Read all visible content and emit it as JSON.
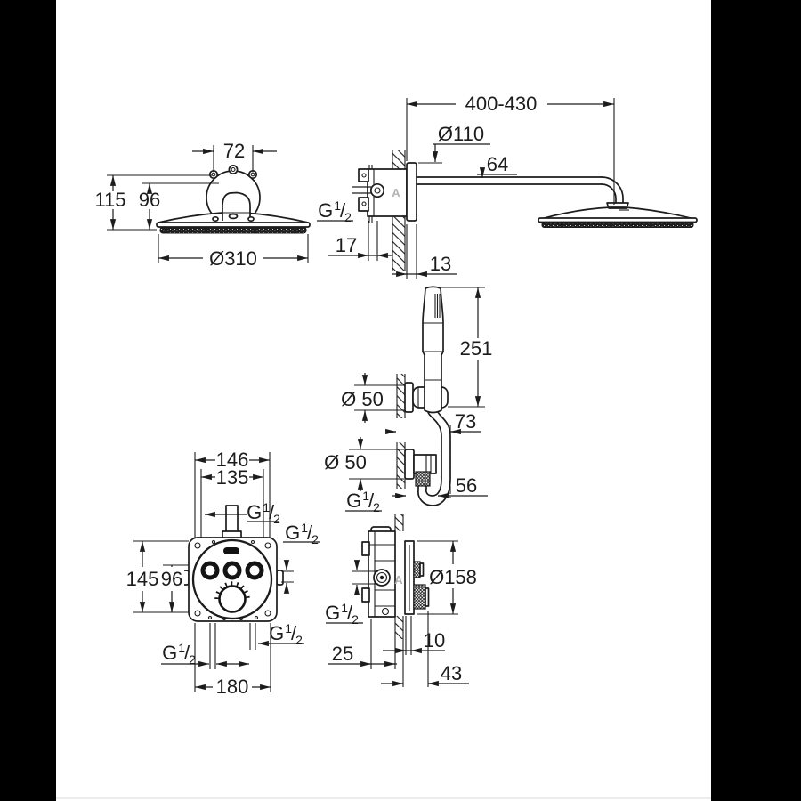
{
  "page": {
    "background": "#ffffff",
    "sidebar_color": "#000000",
    "footer_rule_color": "#ececec",
    "ink_color": "#1c1c1c",
    "gray_mark_color": "#b3b3b3"
  },
  "g_thread": {
    "base": "G",
    "sup": "1",
    "slash": "/",
    "sub": "2"
  },
  "valve_mark": "A",
  "views": {
    "head_front": {
      "top_width": "72",
      "height_total": "115",
      "height_inner": "96",
      "spray_diameter": "Ø310"
    },
    "arm_side": {
      "reach": "400-430",
      "rosette_diameter": "Ø110",
      "arm_height": "64",
      "box_depth": "17",
      "trim_gap": "13"
    },
    "hand_shower": {
      "length": "251",
      "holder_diameter": "Ø 50",
      "hose_offset": "73",
      "outlet_diameter": "Ø 50",
      "outlet_length": "56"
    },
    "mixer_front": {
      "bore_span": "146",
      "screw_span": "135",
      "height_total": "145",
      "height_inner": "96",
      "width_total": "180"
    },
    "mixer_side": {
      "trim_diameter": "Ø158",
      "plate_offset": "10",
      "min_depth": "25",
      "knob_depth": "43"
    }
  }
}
